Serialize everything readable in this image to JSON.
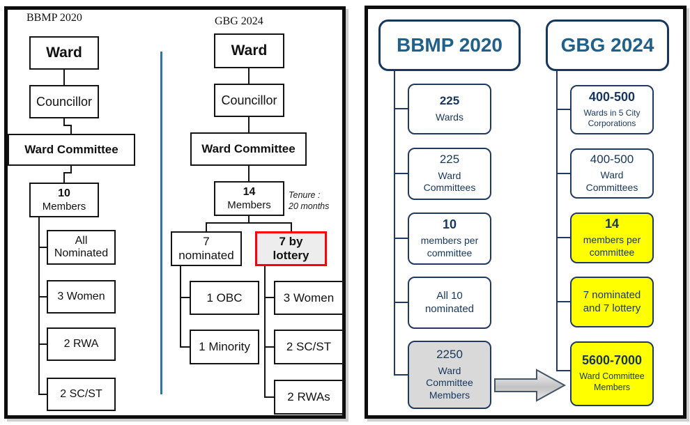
{
  "colors": {
    "separator_blue": "#2878A8",
    "highlight_red": "#FF0000",
    "navy_border": "#1F3864",
    "header_teal": "#20618C",
    "highlight_yellow": "#FFFF00",
    "muted_gray": "#D9D9D9"
  },
  "left_panel": {
    "bbmp": {
      "title": "BBMP 2020",
      "ward": "Ward",
      "councillor": "Councillor",
      "ward_committee": "Ward Committee",
      "members_count": "10",
      "members_label": "Members",
      "leaves": [
        "All\nNominated",
        "3 Women",
        "2 RWA",
        "2 SC/ST"
      ]
    },
    "gbg": {
      "title": "GBG 2024",
      "ward": "Ward",
      "councillor": "Councillor",
      "ward_committee": "Ward Committee",
      "members_count": "14",
      "members_label": "Members",
      "tenure_note": "Tenure :\n20 months",
      "nominated_box": "7\nnominated",
      "lottery_box": "7 by\nlottery",
      "nominated_leaves": [
        "1 OBC",
        "1 Minority"
      ],
      "lottery_leaves": [
        "3 Women",
        "2 SC/ST",
        "2 RWAs"
      ]
    }
  },
  "right_panel": {
    "bbmp": {
      "header": "BBMP 2020",
      "items": [
        {
          "value": "225",
          "label": "Wards"
        },
        {
          "value": "225",
          "label": "Ward\nCommittees"
        },
        {
          "value": "10",
          "label": "members per\ncommittee"
        },
        {
          "value": "",
          "label": "All 10\nnominated"
        },
        {
          "value": "2250",
          "label": "Ward\nCommittee\nMembers"
        }
      ]
    },
    "gbg": {
      "header": "GBG 2024",
      "items": [
        {
          "value": "400-500",
          "label": "Wards in 5 City\nCorporations"
        },
        {
          "value": "400-500",
          "label": "Ward\nCommittees"
        },
        {
          "value": "14",
          "label": "members per\ncommittee"
        },
        {
          "value": "",
          "label": "7 nominated\nand 7 lottery"
        },
        {
          "value": "5600-7000",
          "label": "Ward Committee\nMembers"
        }
      ]
    }
  }
}
